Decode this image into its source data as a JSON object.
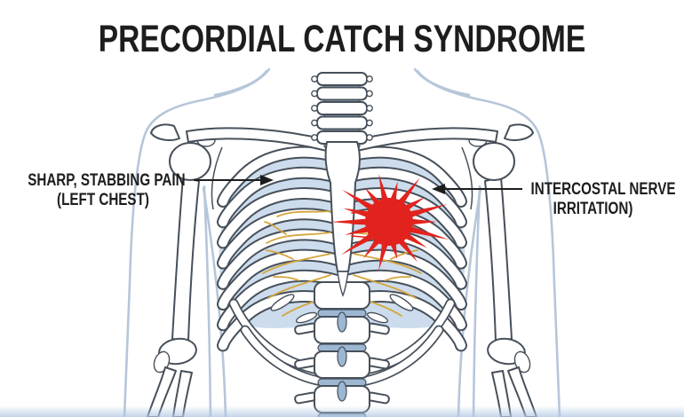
{
  "title": "PRECORDIAL CATCH SYNDROME",
  "annotations": {
    "pain": {
      "line1": "SHARP, STABBING PAIN",
      "line2": "(LEFT CHEST)"
    },
    "cause": {
      "line1": "INTERCOSTAL NERVE",
      "line2": "IRRITATION)"
    }
  },
  "icons": {
    "pain_marker": "starburst-icon",
    "left_leader": "arrow-right-icon",
    "right_leader": "arrow-left-icon"
  },
  "colors": {
    "text_ink": "#1d1d1d",
    "pain_red": "#e2231d",
    "bone_outline": "#47505a",
    "bone_fill": "#ffffff",
    "body_outline": "#b6c6da",
    "cavity_blue": "#ccdcec",
    "disc_blue": "#9db7d3",
    "nerve_yellow": "#d5a63d"
  }
}
